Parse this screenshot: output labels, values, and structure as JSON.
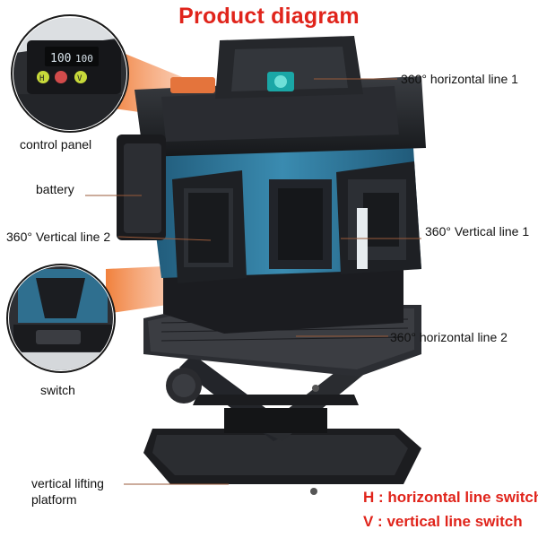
{
  "title": "Product diagram",
  "labels": {
    "horizontal_line_1": "360° horizontal line 1",
    "control_panel": "control panel",
    "battery": "battery",
    "vertical_line_2": "360° Vertical line 2",
    "vertical_line_1": "360° Vertical line 1",
    "horizontal_line_2": "360° horizontal line 2",
    "switch": "switch",
    "lifting_platform_line1": "vertical lifting",
    "lifting_platform_line2": "platform"
  },
  "legend": {
    "h_switch": "H : horizontal line switch",
    "v_switch": "V : vertical line switch"
  },
  "panel_display": {
    "row1": "100",
    "row2": "100"
  },
  "colors": {
    "title_red": "#e0241b",
    "body_blue": "#2c6f8f",
    "callout_orange": "#f08a4b"
  }
}
